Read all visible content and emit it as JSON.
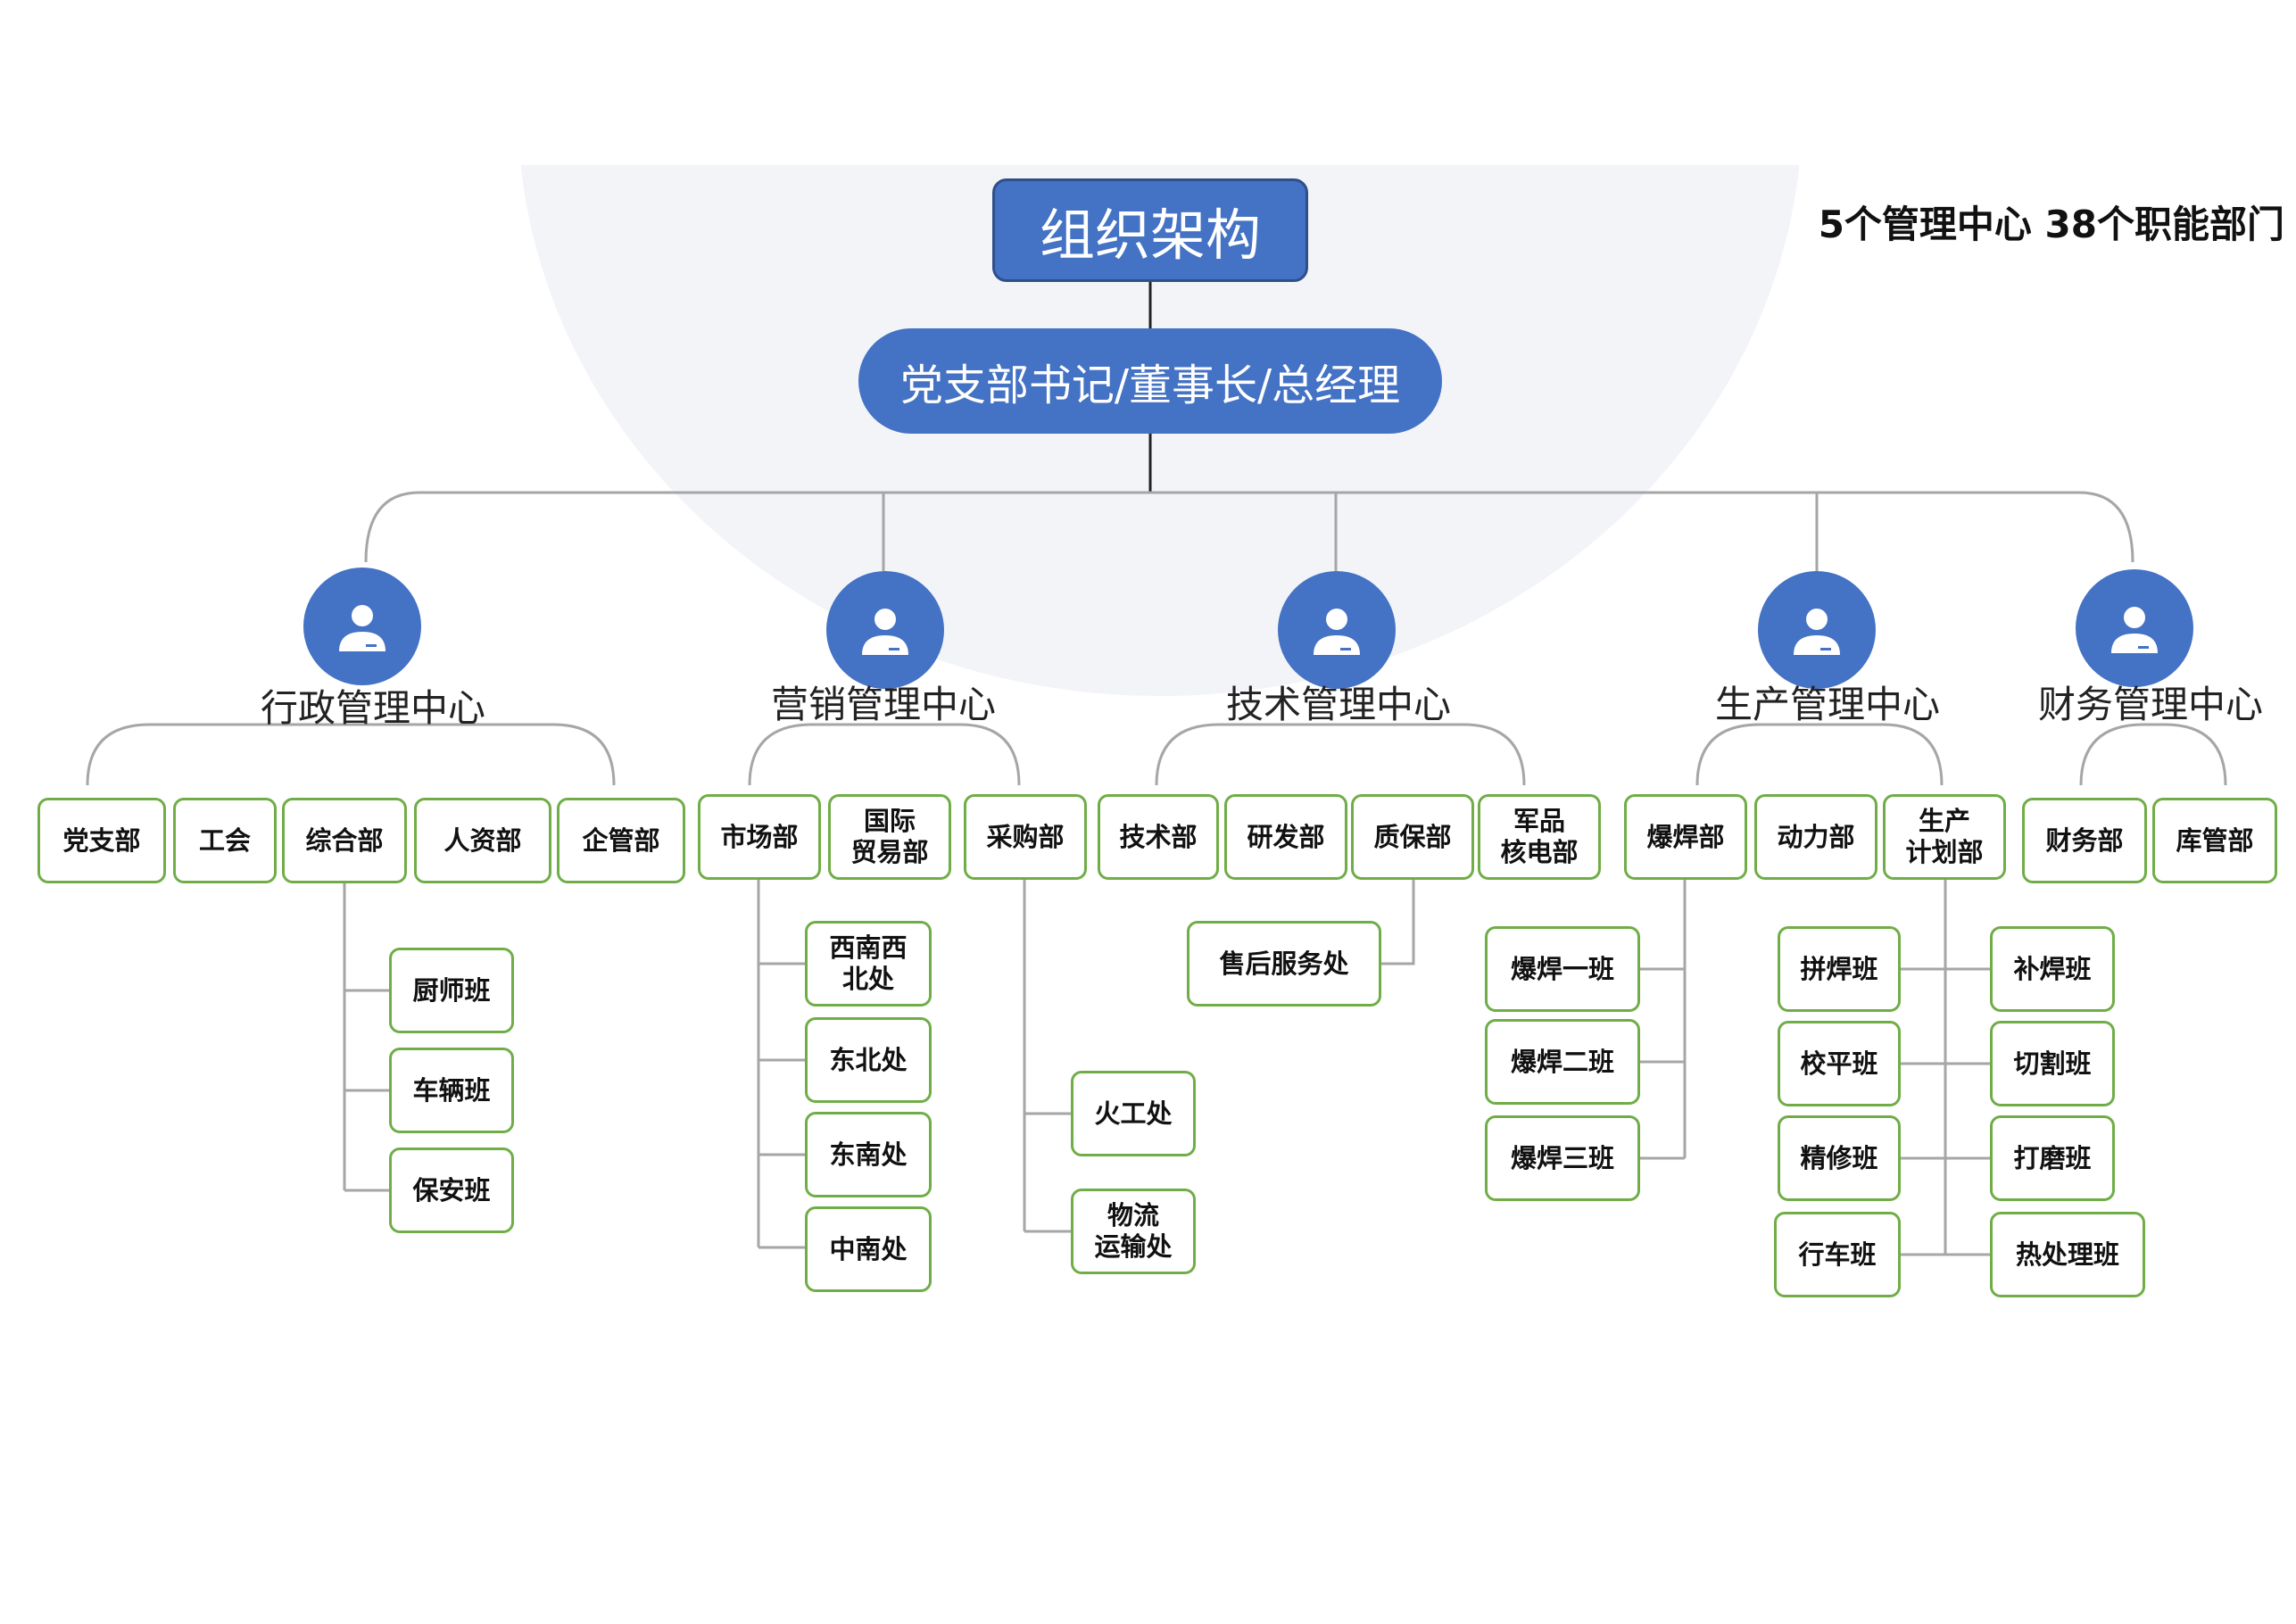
{
  "title": "组织架构",
  "leader": "党支部书记/董事长/总经理",
  "summary": "5个管理中心 38个职能部门",
  "centers": [
    {
      "name": "行政管理中心",
      "departments": [
        {
          "name": "党支部",
          "units": []
        },
        {
          "name": "工会",
          "units": []
        },
        {
          "name": "综合部",
          "units": [
            "厨师班",
            "车辆班",
            "保安班"
          ]
        },
        {
          "name": "人资部",
          "units": []
        },
        {
          "name": "企管部",
          "units": []
        }
      ]
    },
    {
      "name": "营销管理中心",
      "departments": [
        {
          "name": "市场部",
          "units": [
            "西南西\n北处",
            "东北处",
            "东南处",
            "中南处"
          ]
        },
        {
          "name": "国际\n贸易部",
          "units": []
        },
        {
          "name": "采购部",
          "units": [
            "火工处",
            "物流\n运输处"
          ]
        }
      ]
    },
    {
      "name": "技术管理中心",
      "departments": [
        {
          "name": "技术部",
          "units": []
        },
        {
          "name": "研发部",
          "units": []
        },
        {
          "name": "质保部",
          "units": [
            "售后服务处"
          ]
        },
        {
          "name": "军品\n核电部",
          "units": []
        }
      ]
    },
    {
      "name": "生产管理中心",
      "departments": [
        {
          "name": "爆焊部",
          "units": [
            "爆焊一班",
            "爆焊二班",
            "爆焊三班"
          ]
        },
        {
          "name": "动力部",
          "units": []
        },
        {
          "name": "生产\n计划部",
          "units": [
            "拼焊班",
            "校平班",
            "精修班",
            "行车班",
            "补焊班",
            "切割班",
            "打磨班",
            "热处理班"
          ]
        }
      ]
    },
    {
      "name": "财务管理中心",
      "departments": [
        {
          "name": "财务部",
          "units": []
        },
        {
          "name": "库管部",
          "units": []
        }
      ]
    }
  ],
  "colors": {
    "primary": "#4472c4",
    "box_border": "#70ad47",
    "line": "#a6a6a6"
  },
  "icon": "person-icon"
}
